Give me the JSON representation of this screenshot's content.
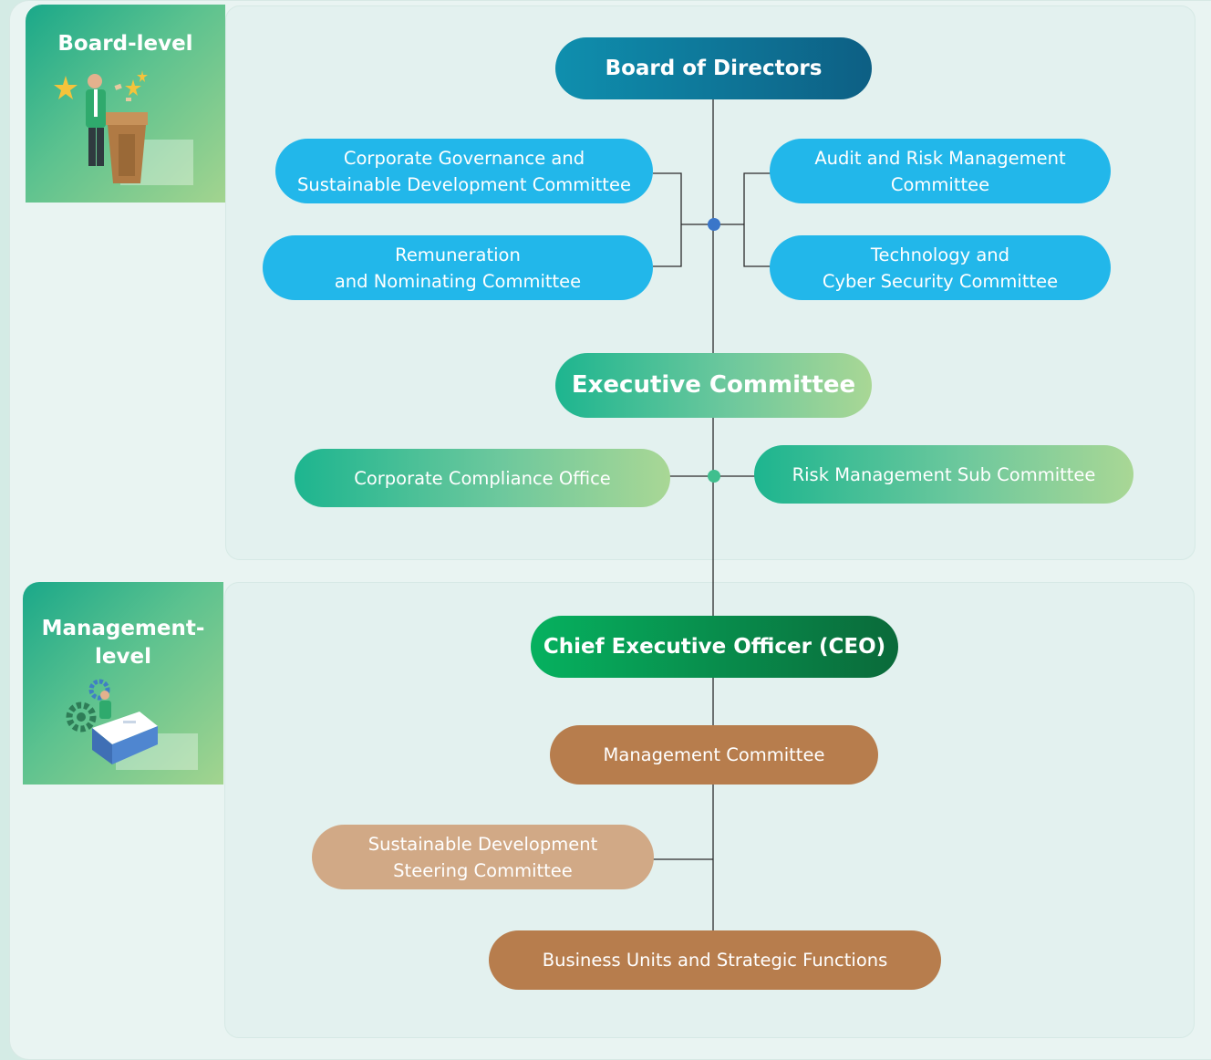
{
  "sections": {
    "board_label": "Board-level",
    "management_label": "Management-\nlevel"
  },
  "nodes": {
    "board_of_directors": "Board of Directors",
    "corp_governance": "Corporate Governance and\nSustainable Development Committee",
    "audit_risk": "Audit and Risk Management\nCommittee",
    "remuneration": "Remuneration\nand Nominating Committee",
    "technology_cyber": "Technology and\nCyber Security Committee",
    "executive_committee": "Executive Committee",
    "corp_compliance": "Corporate Compliance Office",
    "risk_mgmt_sub": "Risk Management Sub Committee",
    "ceo": "Chief Executive Officer (CEO)",
    "management_committee": "Management Committee",
    "sustainable_steering": "Sustainable Development\nSteering Committee",
    "business_units": "Business Units and Strategic Functions"
  },
  "colors": {
    "committee_blue": "#22b7ea",
    "board_teal": "#0d5f84",
    "executive_mint": "#6dc89d",
    "ceo_green": "#06b15f",
    "management_brown": "#b77d4d",
    "steering_tan": "#d1a986",
    "junction_blue": "#3a76c9",
    "junction_green": "#3fbf8e"
  },
  "icons": {
    "board_illustration": "speaker-at-podium-with-stars-illustration",
    "management_illustration": "person-at-desk-with-gears-illustration"
  }
}
